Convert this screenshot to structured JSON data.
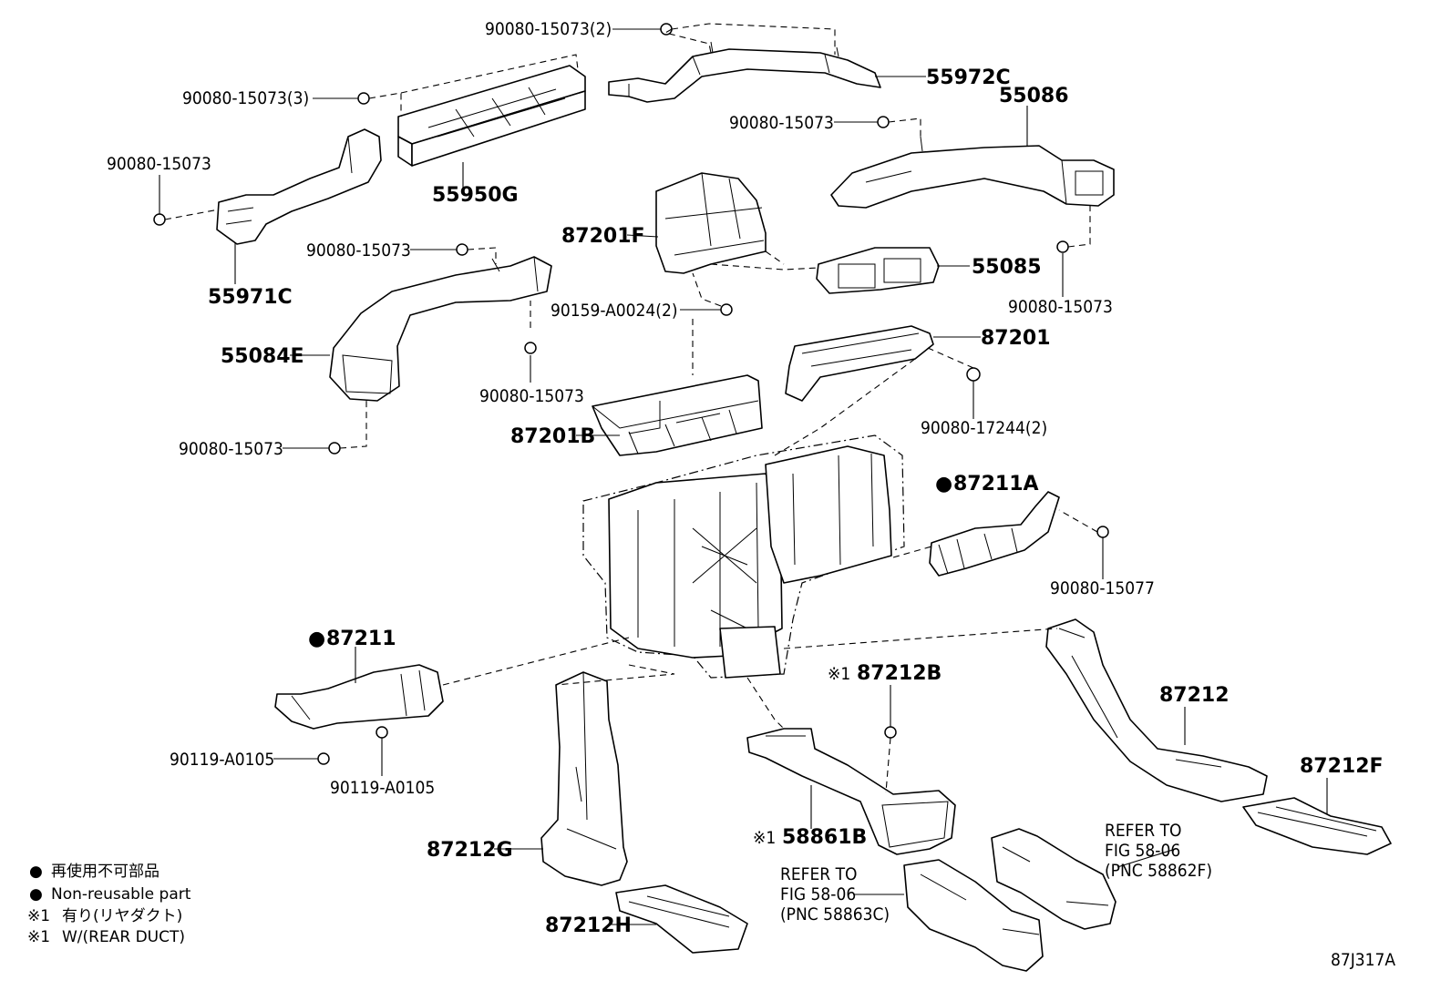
{
  "labels": {
    "p_90080_15073_2": "90080-15073(2)",
    "p_55972C": "55972C",
    "p_55086": "55086",
    "p_90080_15073_3": "90080-15073(3)",
    "p_90080_15073_a": "90080-15073",
    "p_90080_15073_b": "90080-15073",
    "p_55950G": "55950G",
    "p_87201F": "87201F",
    "p_55085": "55085",
    "p_90080_15073_c": "90080-15073",
    "p_55971C": "55971C",
    "p_90080_15073_d": "90080-15073",
    "p_90159": "90159-A0024(2)",
    "p_87201": "87201",
    "p_55084E": "55084E",
    "p_90080_15073_e": "90080-15073",
    "p_90080_17244": "90080-17244(2)",
    "p_87201B": "87201B",
    "p_90080_15073_f": "90080-15073",
    "p_87211A": "87211A",
    "p_90080_15077": "90080-15077",
    "p_87211": "87211",
    "p_87212B": "87212B",
    "p_87212": "87212",
    "p_87212F": "87212F",
    "p_90119_a": "90119-A0105",
    "p_90119_b": "90119-A0105",
    "p_58861B": "58861B",
    "p_87212G": "87212G",
    "p_87212H": "87212H",
    "ref_right_1": "REFER TO",
    "ref_right_2": "FIG 58-06",
    "ref_right_3": "(PNC 58862F)",
    "ref_left_1": "REFER TO",
    "ref_left_2": "FIG 58-06",
    "ref_left_3": "(PNC 58863C)",
    "mark_ast": "※1",
    "mark_dot": "●",
    "fig_id": "87J317A"
  },
  "legend": {
    "dot_jp": "再使用不可部品",
    "dot_en": "Non-reusable part",
    "ast_jp": "有り(リヤダクト)",
    "ast_en": "W/(REAR DUCT)"
  }
}
